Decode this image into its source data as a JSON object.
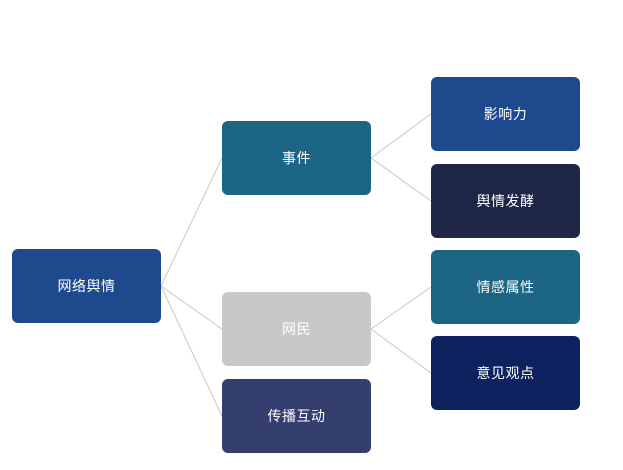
{
  "diagram": {
    "nodes": {
      "root": {
        "label": "网络舆情",
        "color": "#1e4a8d"
      },
      "event": {
        "label": "事件",
        "color": "#1d6585"
      },
      "netizen": {
        "label": "网民",
        "color": "#c8c8c8"
      },
      "spread": {
        "label": "传播互动",
        "color": "#343f6e"
      },
      "influence": {
        "label": "影响力",
        "color": "#1e4a8d"
      },
      "ferment": {
        "label": "舆情发酵",
        "color": "#1e2747"
      },
      "attribute": {
        "label": "情感属性",
        "color": "#1d6585"
      },
      "opinion": {
        "label": "意见观点",
        "color": "#0e2260"
      }
    },
    "edges": [
      [
        "root",
        "event"
      ],
      [
        "root",
        "netizen"
      ],
      [
        "root",
        "spread"
      ],
      [
        "event",
        "influence"
      ],
      [
        "event",
        "ferment"
      ],
      [
        "netizen",
        "attribute"
      ],
      [
        "netizen",
        "opinion"
      ]
    ],
    "connector_color": "#c8c8c8"
  }
}
